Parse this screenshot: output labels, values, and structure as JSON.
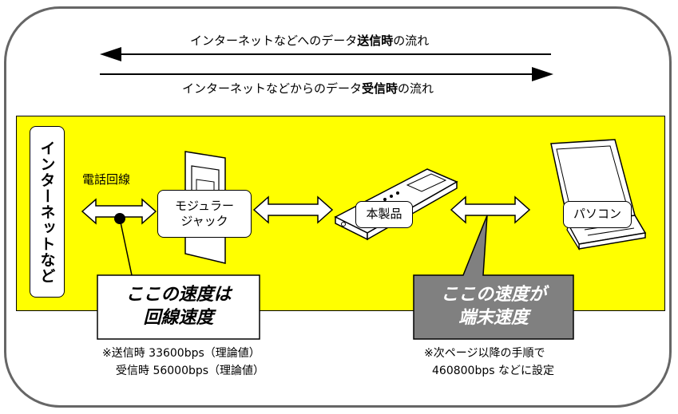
{
  "flows": {
    "send": {
      "prefix": "インターネットなどへのデータ",
      "emph": "送信時",
      "suffix": "の流れ"
    },
    "receive": {
      "prefix": "インターネットなどからのデータ",
      "emph": "受信時",
      "suffix": "の流れ"
    }
  },
  "internet_label": "インターネットなど",
  "phone_line_label": "電話回線",
  "modular_jack": {
    "line1": "モジュラー",
    "line2": "ジャック"
  },
  "product_label": "本製品",
  "pc_label": "パソコン",
  "callout_line": {
    "line1": "ここの速度は",
    "line2": "回線速度"
  },
  "callout_terminal": {
    "line1": "ここの速度が",
    "line2": "端末速度"
  },
  "note_line": {
    "line1": "※送信時 33600bps（理論値）",
    "line2": "受信時 56000bps（理論値）"
  },
  "note_terminal": {
    "line1": "※次ページ以降の手順で",
    "line2": "460800bps などに設定"
  },
  "colors": {
    "highlight": "#ffff00",
    "frame": "#666666",
    "terminal_callout": "#808080"
  }
}
